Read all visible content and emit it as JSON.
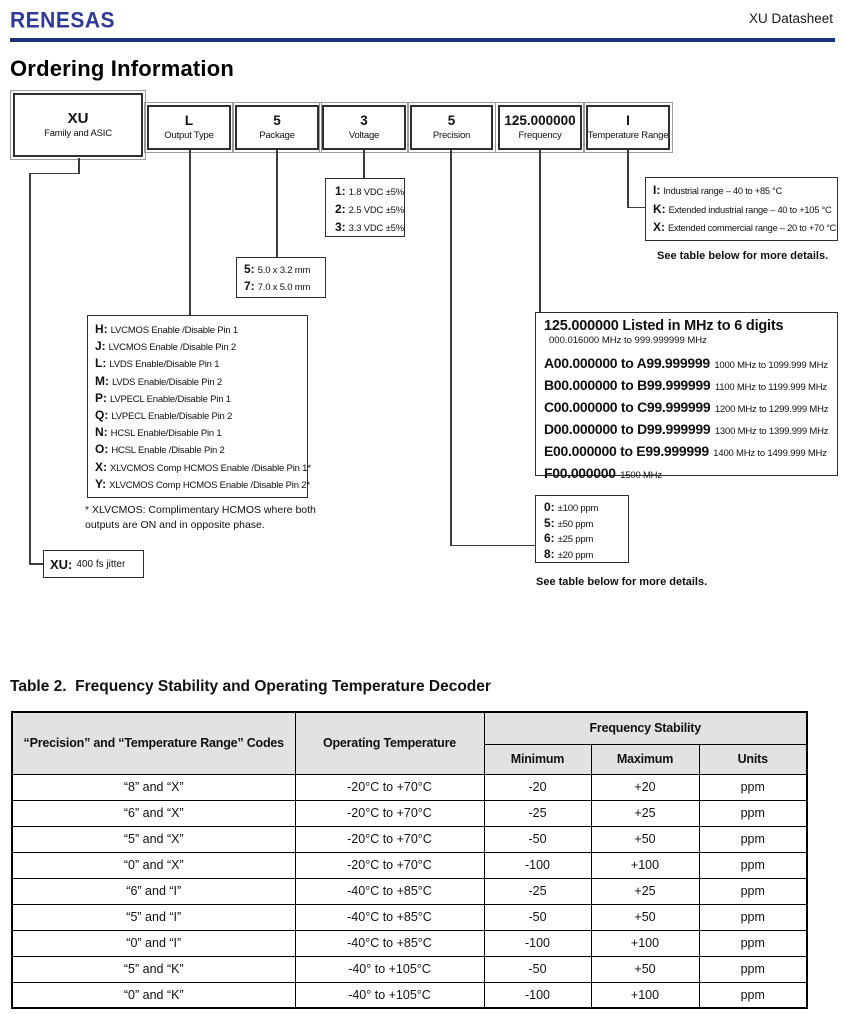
{
  "header": {
    "logo_text": "RENESAS",
    "doc_title": "XU Datasheet"
  },
  "page": {
    "heading": "Ordering Information"
  },
  "colors": {
    "brand_blue": "#2e3a97",
    "rule_blue": "#1f3278",
    "table_header_bg": "#e2e2e2"
  },
  "diagram": {
    "part_boxes": [
      {
        "code": "XU",
        "label": "Family and ASIC"
      },
      {
        "code": "L",
        "label": "Output Type"
      },
      {
        "code": "5",
        "label": "Package"
      },
      {
        "code": "3",
        "label": "Voltage"
      },
      {
        "code": "5",
        "label": "Precision"
      },
      {
        "code": "125.000000",
        "label": "Frequency"
      },
      {
        "code": "I",
        "label": "Temperature Range"
      }
    ],
    "voltage_options": [
      {
        "code": "1:",
        "text": "1.8 VDC ±5%"
      },
      {
        "code": "2:",
        "text": "2.5 VDC ±5%"
      },
      {
        "code": "3:",
        "text": "3.3 VDC ±5%"
      }
    ],
    "package_options": [
      {
        "code": "5:",
        "text": "5.0 x 3.2 mm"
      },
      {
        "code": "7:",
        "text": "7.0 x 5.0 mm"
      }
    ],
    "output_type_options": [
      {
        "code": "H:",
        "text": "LVCMOS Enable /Disable Pin 1"
      },
      {
        "code": "J:",
        "text": "LVCMOS Enable /Disable Pin 2"
      },
      {
        "code": "L:",
        "text": "LVDS Enable/Disable Pin 1"
      },
      {
        "code": "M:",
        "text": "LVDS Enable/Disable Pin 2"
      },
      {
        "code": "P:",
        "text": "LVPECL Enable/Disable Pin 1"
      },
      {
        "code": "Q:",
        "text": "LVPECL Enable/Disable Pin 2"
      },
      {
        "code": "N:",
        "text": "HCSL Enable/Disable Pin 1"
      },
      {
        "code": "O:",
        "text": "HCSL Enable /Disable Pin 2"
      },
      {
        "code": "X:",
        "text": "XLVCMOS Comp HCMOS Enable /Disable Pin 1*"
      },
      {
        "code": "Y:",
        "text": "XLVCMOS Comp HCMOS Enable /Disable Pin 2*"
      }
    ],
    "output_type_footnote": "* XLVCMOS: Complimentary HCMOS where both outputs are ON and in opposite phase.",
    "family_jitter": {
      "code": "XU:",
      "text": "400 fs jitter"
    },
    "precision_options": [
      {
        "code": "0:",
        "text": "±100 ppm"
      },
      {
        "code": "5:",
        "text": "±50 ppm"
      },
      {
        "code": "6:",
        "text": "±25 ppm"
      },
      {
        "code": "8:",
        "text": "±20 ppm"
      }
    ],
    "precision_note": "See table below for more details.",
    "temperature_options": [
      {
        "code": "I:",
        "text": "Industrial range – 40 to +85 °C"
      },
      {
        "code": "K:",
        "text": "Extended industrial range – 40 to +105 °C"
      },
      {
        "code": "X:",
        "text": "Extended commercial range – 20 to +70 °C"
      }
    ],
    "temperature_note": "See table below for more details.",
    "frequency": {
      "title": "125.000000 Listed in MHz to 6 digits",
      "subtitle": "000.016000 MHz to 999.999999 MHz",
      "ranges": [
        {
          "range": "A00.000000 to A99.999999",
          "mhz": "1000 MHz to 1099.999 MHz"
        },
        {
          "range": "B00.000000 to B99.999999",
          "mhz": "1100 MHz to 1199.999 MHz"
        },
        {
          "range": "C00.000000 to C99.999999",
          "mhz": "1200 MHz to 1299.999 MHz"
        },
        {
          "range": "D00.000000 to D99.999999",
          "mhz": "1300 MHz to 1399.999 MHz"
        },
        {
          "range": "E00.000000 to E99.999999",
          "mhz": "1400 MHz to 1499.999 MHz"
        },
        {
          "range": "F00.000000",
          "mhz": "1500 MHz"
        }
      ]
    }
  },
  "table": {
    "title": "Table 2.  Frequency Stability and Operating Temperature Decoder",
    "headers": {
      "codes": "“Precision” and “Temperature Range” Codes",
      "operating_temperature": "Operating Temperature",
      "frequency_stability": "Frequency Stability",
      "minimum": "Minimum",
      "maximum": "Maximum",
      "units": "Units"
    },
    "rows": [
      [
        "“8” and “X”",
        "-20°C to +70°C",
        "-20",
        "+20",
        "ppm"
      ],
      [
        "“6” and “X”",
        "-20°C to +70°C",
        "-25",
        "+25",
        "ppm"
      ],
      [
        "“5” and “X”",
        "-20°C to +70°C",
        "-50",
        "+50",
        "ppm"
      ],
      [
        "“0” and “X”",
        "-20°C to +70°C",
        "-100",
        "+100",
        "ppm"
      ],
      [
        "“6” and “I”",
        "-40°C to +85°C",
        "-25",
        "+25",
        "ppm"
      ],
      [
        "“5” and “I”",
        "-40°C to +85°C",
        "-50",
        "+50",
        "ppm"
      ],
      [
        "“0” and “I”",
        "-40°C to +85°C",
        "-100",
        "+100",
        "ppm"
      ],
      [
        "“5” and “K”",
        "-40° to +105°C",
        "-50",
        "+50",
        "ppm"
      ],
      [
        "“0” and “K”",
        "-40° to +105°C",
        "-100",
        "+100",
        "ppm"
      ]
    ]
  }
}
